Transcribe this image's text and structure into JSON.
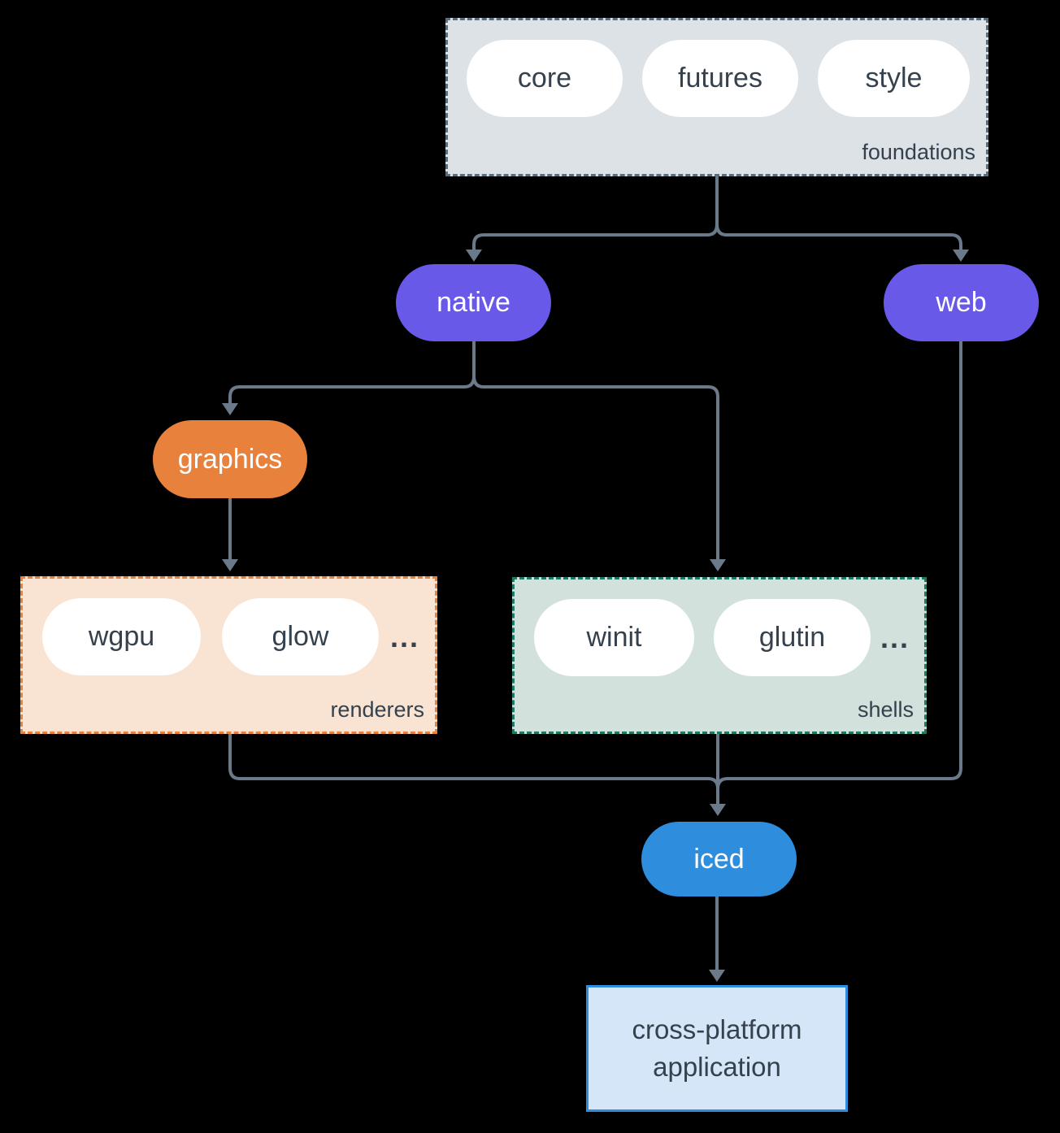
{
  "diagram": {
    "background": "#000000",
    "arrow_color": "#6b7a8a",
    "text_color": "#35424e"
  },
  "groups": {
    "foundations": {
      "label": "foundations",
      "pills": [
        "core",
        "futures",
        "style"
      ],
      "fill": "#dde2e6",
      "border": "#5c6e7e"
    },
    "renderers": {
      "label": "renderers",
      "pills": [
        "wgpu",
        "glow"
      ],
      "ellipsis": "...",
      "fill": "#f9e3d3",
      "border": "#e8813c"
    },
    "shells": {
      "label": "shells",
      "pills": [
        "winit",
        "glutin"
      ],
      "ellipsis": "...",
      "fill": "#d2e1db",
      "border": "#1e7a64"
    }
  },
  "nodes": {
    "native": {
      "label": "native",
      "fill": "#6859e8"
    },
    "web": {
      "label": "web",
      "fill": "#6859e8"
    },
    "graphics": {
      "label": "graphics",
      "fill": "#e8813c"
    },
    "iced": {
      "label": "iced",
      "fill": "#2e8edd"
    },
    "application": {
      "line1": "cross-platform",
      "line2": "application",
      "fill": "#d4e6f7",
      "border": "#2e8edd"
    }
  }
}
